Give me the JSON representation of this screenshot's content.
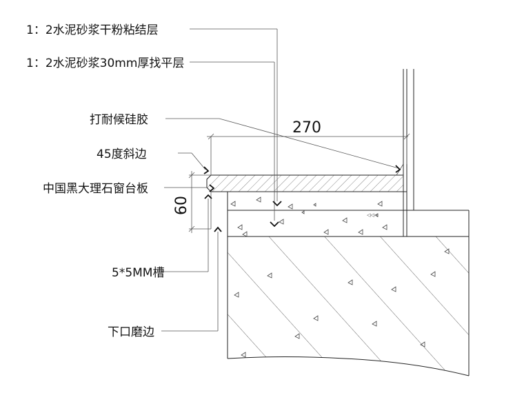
{
  "labels": {
    "bond_layer": "1：2水泥砂浆干粉粘结层",
    "leveling_layer": "1：2水泥砂浆30mm厚找平层",
    "sealant": "打耐候硅胶",
    "bevel": "45度斜边",
    "sill": "中国黑大理石窗台板",
    "groove": "5*5MM槽",
    "bottom_edge": "下口磨边"
  },
  "dimensions": {
    "width": "270",
    "thickness": "60"
  }
}
